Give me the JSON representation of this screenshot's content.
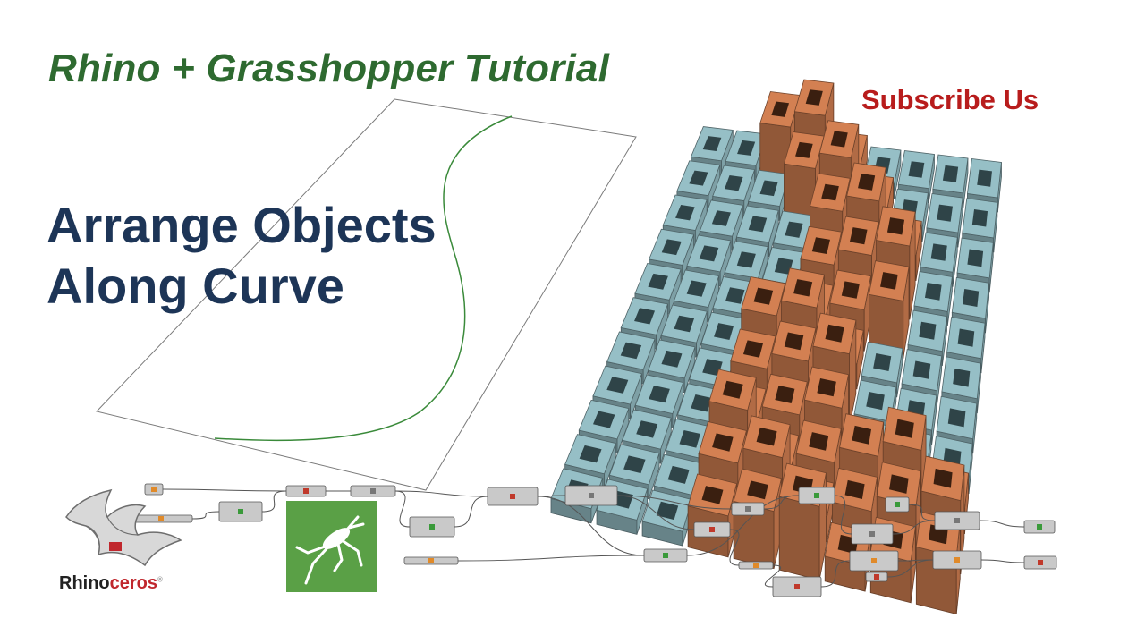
{
  "header": {
    "series_title": "Rhino + Grasshopper Tutorial",
    "subscribe_label": "Subscribe Us"
  },
  "main_title": {
    "line1": "Arrange Objects",
    "line2": "Along Curve"
  },
  "branding": {
    "rhino_word_prefix": "Rhino",
    "rhino_word_suffix": "ceros"
  },
  "colors": {
    "series_title": "#2e6a30",
    "main_title": "#1d3557",
    "subscribe": "#b81c1c",
    "grasshopper_bg": "#5aa046",
    "tile_blue": "#8fb6bd",
    "tile_orange": "#c97a4e",
    "curve": "#3a8a3a"
  }
}
